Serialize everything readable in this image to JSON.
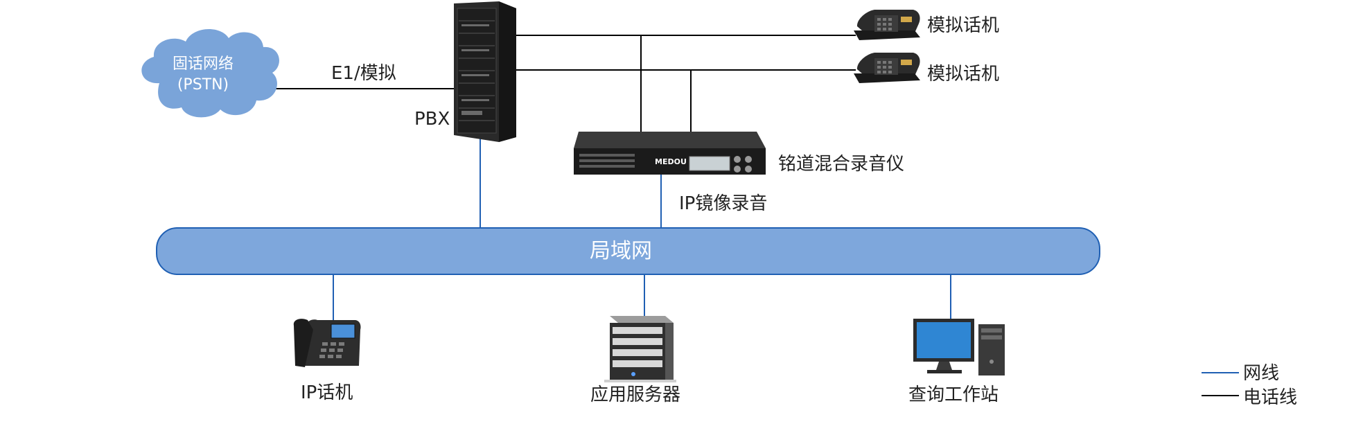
{
  "colors": {
    "network": "#1f5fb3",
    "phone": "#000000",
    "lan_fill": "#7ea7dc",
    "cloud": "#7aa4d9"
  },
  "nodes": {
    "pstn": {
      "line1": "固话网络",
      "line2": "(PSTN)"
    },
    "trunk": "E1/模拟",
    "pbx": "PBX",
    "phone1": "模拟话机",
    "phone2": "模拟话机",
    "recorder": "铭道混合录音仪",
    "recorder_brand": "MEDOU",
    "mirror": "IP镜像录音",
    "lan": "局域网",
    "ip_phone": "IP话机",
    "server": "应用服务器",
    "workstation": "查询工作站"
  },
  "legend": [
    {
      "label": "网线",
      "color": "#1f5fb3"
    },
    {
      "label": "电话线",
      "color": "#000000"
    }
  ]
}
